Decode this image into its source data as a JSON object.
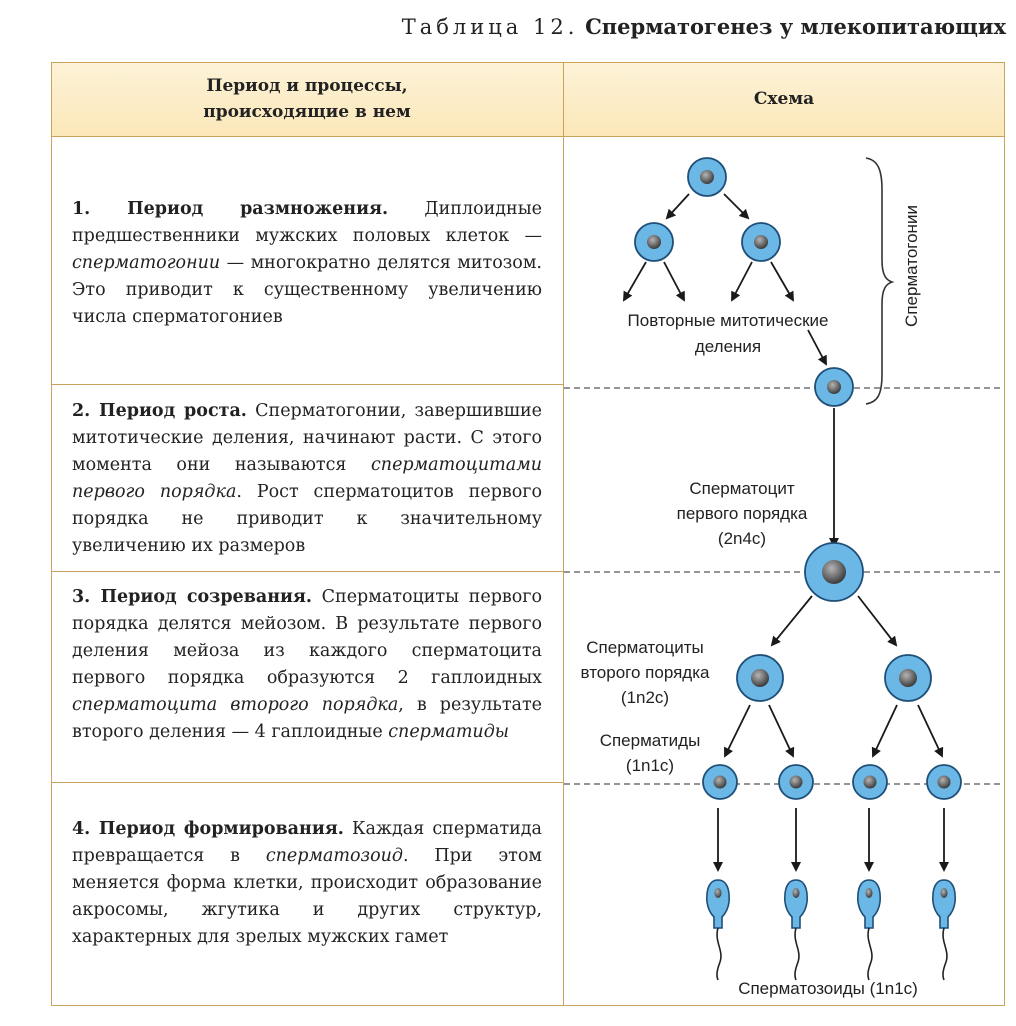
{
  "caption": {
    "label": "Таблица 12.",
    "title": "Сперматогенез у млекопитающих"
  },
  "table": {
    "col1_header_line1": "Период и процессы,",
    "col1_header_line2": "происходящие в нем",
    "col2_header": "Схема"
  },
  "periods": [
    {
      "title": "1. Период размножения.",
      "t1": " Диплоидные предшественники мужских половых клеток — ",
      "i1": "сперматогонии",
      "t2": " — многократно делятся митозом. Это приводит к существенному увеличению числа сперматогониев"
    },
    {
      "title": "2. Период роста.",
      "t1": " Сперматогонии, завершившие митотические деления, начинают расти. С этого момента они называются ",
      "i1": "сперматоцитами первого порядка",
      "t2": ". Рост сперматоцитов первого порядка не приводит к значительному увеличению их размеров"
    },
    {
      "title": "3. Период созревания.",
      "t1": " Сперматоциты первого порядка делятся мейозом. В результате первого деления мейоза из каждого сперматоцита первого порядка образуются 2 гаплоидных ",
      "i1": "сперматоцита второго порядка",
      "t2": ", в результате второго деления — 4 гаплоидные ",
      "i2": "сперматиды"
    },
    {
      "title": "4. Период формирования.",
      "t1": " Каждая сперматида превращается в ",
      "i1": "сперматозоид",
      "t2": ". При этом меняется форма клетки, происходит образование акросомы, жгутика и других структур, характерных для зрелых мужских гамет"
    }
  ],
  "scheme": {
    "spermatogonia_label": "Сперматогонии",
    "mitotic_line1": "Повторные митотические",
    "mitotic_line2": "деления",
    "primary_line1": "Сперматоцит",
    "primary_line2": "первого порядка",
    "primary_ploidy": "(2n4c)",
    "secondary_line1": "Сперматоциты",
    "secondary_line2": "второго порядка",
    "secondary_ploidy": "(1n2c)",
    "spermatids_line1": "Сперматиды",
    "spermatids_ploidy": "(1n1c)",
    "sperm_label": "Сперматозоиды (1n1c)"
  },
  "colors": {
    "cell_fill": "#6bb8e6",
    "cell_stroke": "#1f4f78",
    "header_bg": "#fbe7b9",
    "border": "#c9a35a"
  }
}
